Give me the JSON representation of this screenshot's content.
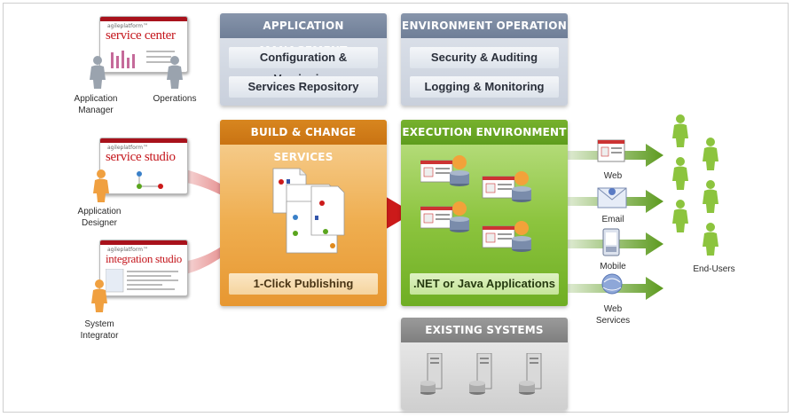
{
  "panels": {
    "app_management": {
      "title": "APPLICATION MANAGEMENT",
      "items": [
        "Configuration & Versioning",
        "Services Repository"
      ]
    },
    "environment_operation": {
      "title": "ENVIRONMENT OPERATION",
      "items": [
        "Security & Auditing",
        "Logging & Monitoring"
      ]
    },
    "build_change": {
      "title": "BUILD & CHANGE SERVICES",
      "footer": "1-Click Publishing"
    },
    "execution": {
      "title": "EXECUTION ENVIRONMENT",
      "footer": ".NET or Java Applications"
    },
    "existing": {
      "title": "EXISTING SYSTEMS"
    }
  },
  "tools": [
    {
      "brand": "agileplatform™",
      "product": "service center"
    },
    {
      "brand": "agileplatform™",
      "product": "service studio"
    },
    {
      "brand": "agileplatform™",
      "product": "integration studio"
    }
  ],
  "roles": {
    "app_manager": "Application Manager",
    "operations": "Operations",
    "app_designer": "Application Designer",
    "system_integrator": "System Integrator"
  },
  "channels": [
    "Web",
    "Email",
    "Mobile",
    "Web Services"
  ],
  "end_users": "End-Users",
  "colors": {
    "brand_red": "#c4161c",
    "arrow_red": "#cc1a1a",
    "channel_green": "#5c9a1e",
    "orange": "#e79731",
    "green": "#8cc43e",
    "slate": "#7887a0",
    "gray": "#8c8c8c"
  }
}
